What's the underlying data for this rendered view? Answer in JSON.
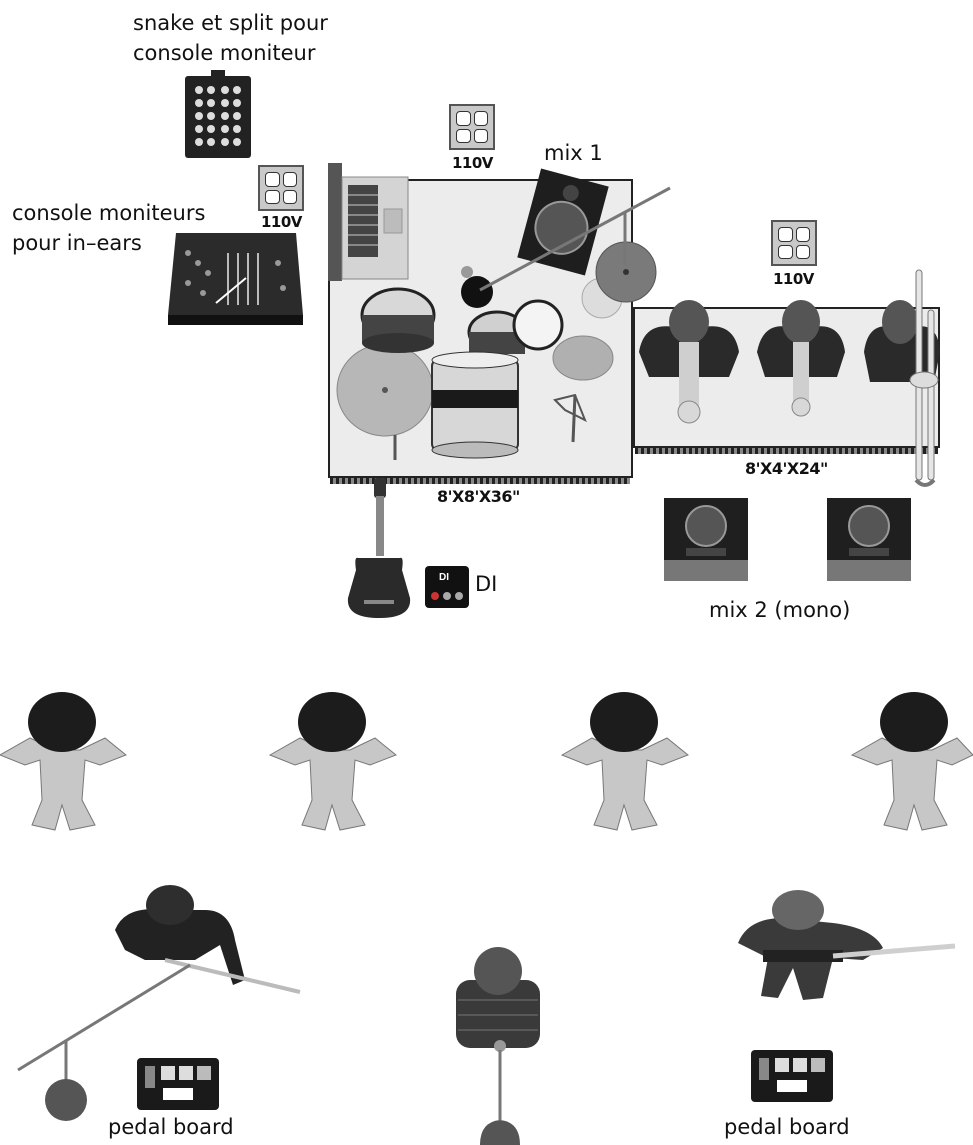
{
  "labels": {
    "snake": "snake et split pour\nconsole moniteur",
    "snake_line1": "snake et split pour",
    "snake_line2": "console moniteur",
    "console_line1": "console moniteurs",
    "console_line2": "pour in–ears",
    "mix1": "mix 1",
    "mix2": "mix 2 (mono)",
    "di": "DI",
    "di_box_text": "DI",
    "riser_drums": "8'X8'X36\"",
    "riser_horns": "8'X4'X24\"",
    "outlet_voltage": "110V",
    "pedal_board_left": "pedal board",
    "pedal_board_right": "pedal board"
  },
  "colors": {
    "riser": "#ececec",
    "equipment_dark": "#2a2a2a",
    "background": "#ffffff"
  },
  "icons": [
    "snake-box-icon",
    "outlet-icon",
    "laptop-icon",
    "mixer-icon",
    "monitor-wedge-icon",
    "drum-kit-icon",
    "cymbal-icon",
    "mic-stand-icon",
    "horn-player-icon",
    "trombone-icon",
    "acoustic-guitar-icon",
    "di-box-icon",
    "dancer-icon",
    "bassist-icon",
    "singer-icon",
    "guitarist-icon",
    "pedal-board-icon"
  ]
}
